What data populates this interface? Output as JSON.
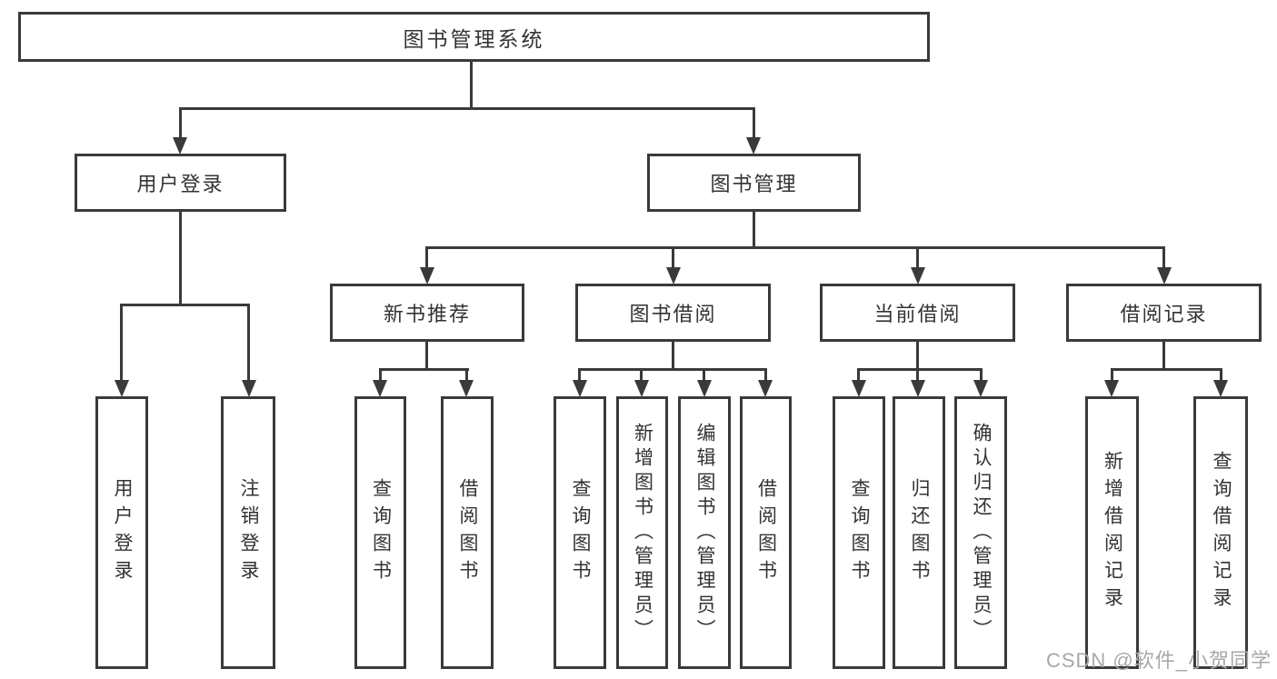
{
  "nodes": {
    "root": {
      "label": "图书管理系统"
    },
    "level2": [
      {
        "label": "用户登录"
      },
      {
        "label": "图书管理"
      }
    ],
    "level3": [
      {
        "label": "新书推荐"
      },
      {
        "label": "图书借阅"
      },
      {
        "label": "当前借阅"
      },
      {
        "label": "借阅记录"
      }
    ],
    "leaves": [
      {
        "label": "用户登录"
      },
      {
        "label": "注销登录"
      },
      {
        "label": "查询图书"
      },
      {
        "label": "借阅图书"
      },
      {
        "label": "查询图书"
      },
      {
        "label": "新增图书（管理员）"
      },
      {
        "label": "编辑图书（管理员）"
      },
      {
        "label": "借阅图书"
      },
      {
        "label": "查询图书"
      },
      {
        "label": "归还图书"
      },
      {
        "label": "确认归还（管理员）"
      },
      {
        "label": "新增借阅记录"
      },
      {
        "label": "查询借阅记录"
      }
    ]
  },
  "hierarchy": {
    "图书管理系统": [
      "用户登录",
      "图书管理"
    ],
    "用户登录": [
      "用户登录",
      "注销登录"
    ],
    "图书管理": [
      "新书推荐",
      "图书借阅",
      "当前借阅",
      "借阅记录"
    ],
    "新书推荐": [
      "查询图书",
      "借阅图书"
    ],
    "图书借阅": [
      "查询图书",
      "新增图书（管理员）",
      "编辑图书（管理员）",
      "借阅图书"
    ],
    "当前借阅": [
      "查询图书",
      "归还图书",
      "确认归还（管理员）"
    ],
    "借阅记录": [
      "新增借阅记录",
      "查询借阅记录"
    ]
  },
  "watermark": {
    "text": "CSDN @软件_小贺同学"
  },
  "colors": {
    "line": "#3a3a3a",
    "text": "#333333",
    "background": "#ffffff",
    "watermark": "#a8a8a8"
  }
}
